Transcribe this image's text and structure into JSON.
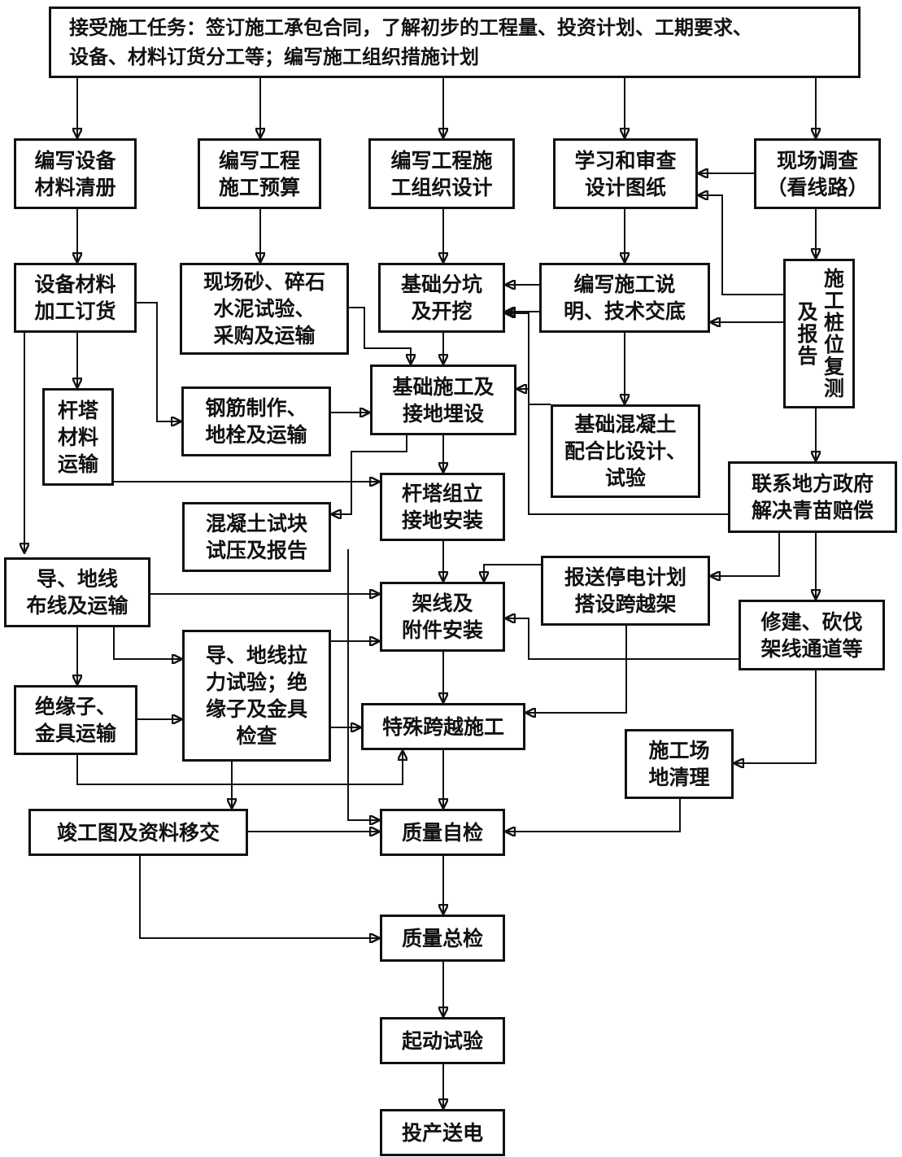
{
  "diagram": {
    "nodes": {
      "header": "接受施工任务：签订施工承包合同，了解初步的工程量、投资计划、工期要求、\n设备、材料订货分工等；编写施工组织措施计划",
      "equipment_list": "编写设备\n材料清册",
      "budget": "编写工程\n施工预算",
      "org_design": "编写工程施\n工组织设计",
      "review_drawings": "学习和审查\n设计图纸",
      "site_survey": "现场调查\n（看线路）",
      "equipment_order": "设备材料\n加工订货",
      "sand_test": "现场砂、碎石\n水泥试验、\n采购及运输",
      "foundation_pit": "基础分坑\n及开挖",
      "construction_notes": "编写施工说\n明、技术交底",
      "pile_recheck": "施工桩位复测及报告",
      "tower_transport": "杆塔\n材料\n运输",
      "rebar": "钢筋制作、\n地栓及运输",
      "foundation_build": "基础施工及\n接地埋设",
      "concrete_mix": "基础混凝土\n配合比设计、\n试验",
      "concrete_test": "混凝土试块\n试压及报告",
      "tower_erect": "杆塔组立\n接地安装",
      "liaison": "联系地方政府\n解决青苗赔偿",
      "conductor_transport": "导、地线\n布线及运输",
      "outage_plan": "报送停电计划\n搭设跨越架",
      "stringing": "架线及\n附件安装",
      "channel": "修建、砍伐\n架线通道等",
      "tension_test": "导、地线拉\n力试验；绝\n缘子及金具\n检查",
      "insulator_transport": "绝缘子、\n金具运输",
      "special_crossing": "特殊跨越施工",
      "site_cleanup": "施工场\n地清理",
      "as_built": "竣工图及资料移交",
      "self_check": "质量自检",
      "final_check": "质量总检",
      "startup_test": "起动试验",
      "commissioning": "投产送电"
    }
  }
}
